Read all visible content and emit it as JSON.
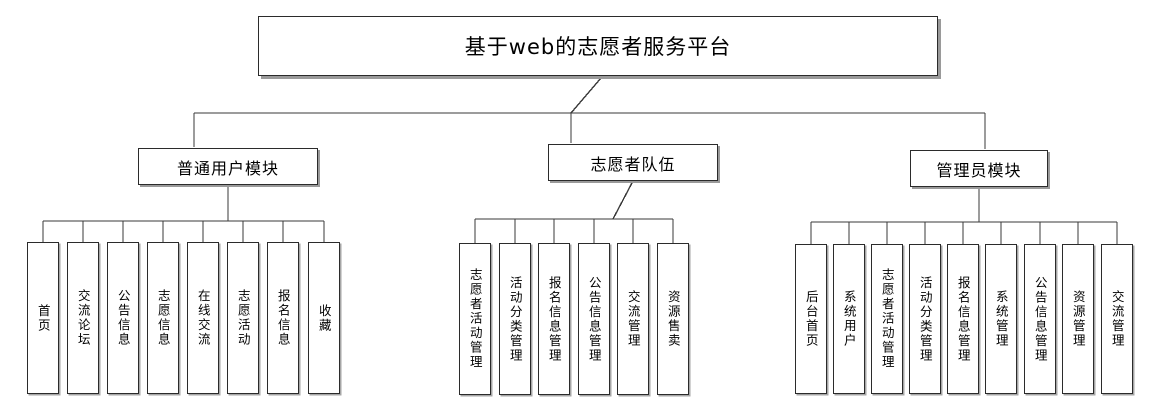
{
  "diagram": {
    "type": "tree",
    "title": "基于web的志愿者服务平台",
    "colors": {
      "background": "#ffffff",
      "box_border": "#2b2b2b",
      "box_fill": "#ffffff",
      "shadow": "#9a9a9a",
      "connector": "#3a3a3a"
    },
    "branches": [
      {
        "label": "普通用户模块",
        "leaves": [
          "首页",
          "交流论坛",
          "公告信息",
          "志愿信息",
          "在线交流",
          "志愿活动",
          "报名信息",
          "收藏"
        ]
      },
      {
        "label": "志愿者队伍",
        "leaves": [
          "志愿者活动管理",
          "活动分类管理",
          "报名信息管理",
          "公告信息管理",
          "交流管理",
          "资源售卖"
        ]
      },
      {
        "label": "管理员模块",
        "leaves": [
          "后台首页",
          "系统用户",
          "志愿者活动管理",
          "活动分类管理",
          "报名信息管理",
          "系统管理",
          "公告信息管理",
          "资源管理",
          "交流管理"
        ]
      }
    ]
  }
}
